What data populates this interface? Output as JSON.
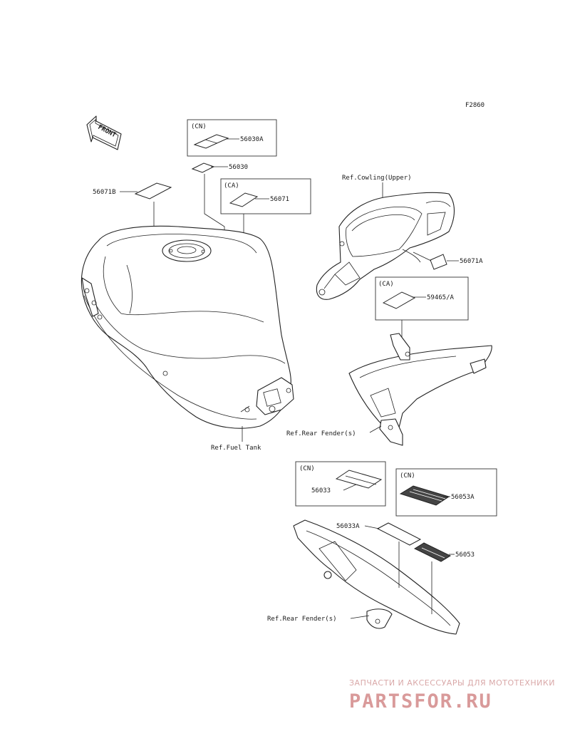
{
  "diagram_code": "F2860",
  "front_arrow_text": "FRONT",
  "region_labels": {
    "cn": "(CN)",
    "ca": "(CA)"
  },
  "part_numbers": {
    "p56030A": "56030A",
    "p56030": "56030",
    "p56071": "56071",
    "p56071B": "56071B",
    "p56071A": "56071A",
    "p59465A": "59465/A",
    "p56033": "56033",
    "p56053A": "56053A",
    "p56033A": "56033A",
    "p56053": "56053"
  },
  "ref_labels": {
    "cowling_upper": "Ref.Cowling(Upper)",
    "fuel_tank": "Ref.Fuel Tank",
    "rear_fender_1": "Ref.Rear Fender(s)",
    "rear_fender_2": "Ref.Rear Fender(s)"
  },
  "watermark": {
    "tagline": "ЗАПЧАСТИ И АКСЕССУАРЫ ДЛЯ МОТОТЕХНИКИ",
    "brand": "PARTSFOR.RU"
  }
}
